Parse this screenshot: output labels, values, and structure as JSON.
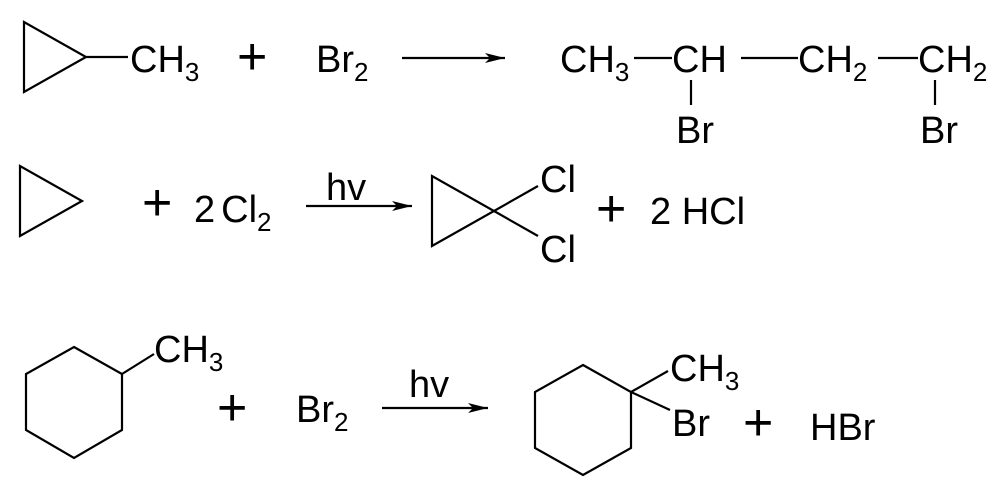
{
  "reaction1": {
    "r1_group": "CH",
    "r1_sub": "3",
    "plus": "+",
    "r2_main": "Br",
    "r2_sub": "2",
    "p_ch3": "CH",
    "p_ch3_sub": "3",
    "p_ch": "CH",
    "p_ch2a": "CH",
    "p_ch2a_sub": "2",
    "p_ch2b": "CH",
    "p_ch2b_sub": "2",
    "p_br1": "Br",
    "p_br2": "Br"
  },
  "reaction2": {
    "plus1": "+",
    "coef": "2",
    "reagent_main": "Cl",
    "reagent_sub": "2",
    "condition": "hv",
    "cl_top": "Cl",
    "cl_bottom": "Cl",
    "plus2": "+",
    "byproduct": "2 HCl"
  },
  "reaction3": {
    "r_group": "CH",
    "r_sub": "3",
    "plus1": "+",
    "reagent_main": "Br",
    "reagent_sub": "2",
    "condition": "hv",
    "p_ch3": "CH",
    "p_ch3_sub": "3",
    "p_br": "Br",
    "plus2": "+",
    "byproduct": "HBr"
  },
  "colors": {
    "ink": "#000000",
    "background": "#ffffff"
  }
}
